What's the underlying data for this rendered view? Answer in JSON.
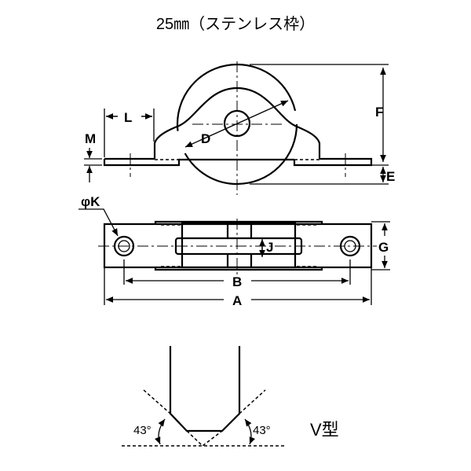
{
  "title": "25㎜（ステンレス枠）",
  "labels": {
    "A": "A",
    "B": "B",
    "D": "D",
    "E": "E",
    "F": "F",
    "G": "G",
    "J": "J",
    "K": "φK",
    "L": "L",
    "M": "M"
  },
  "v_groove": {
    "type_label": "V型",
    "angle_left": "43°",
    "angle_right": "43°"
  }
}
